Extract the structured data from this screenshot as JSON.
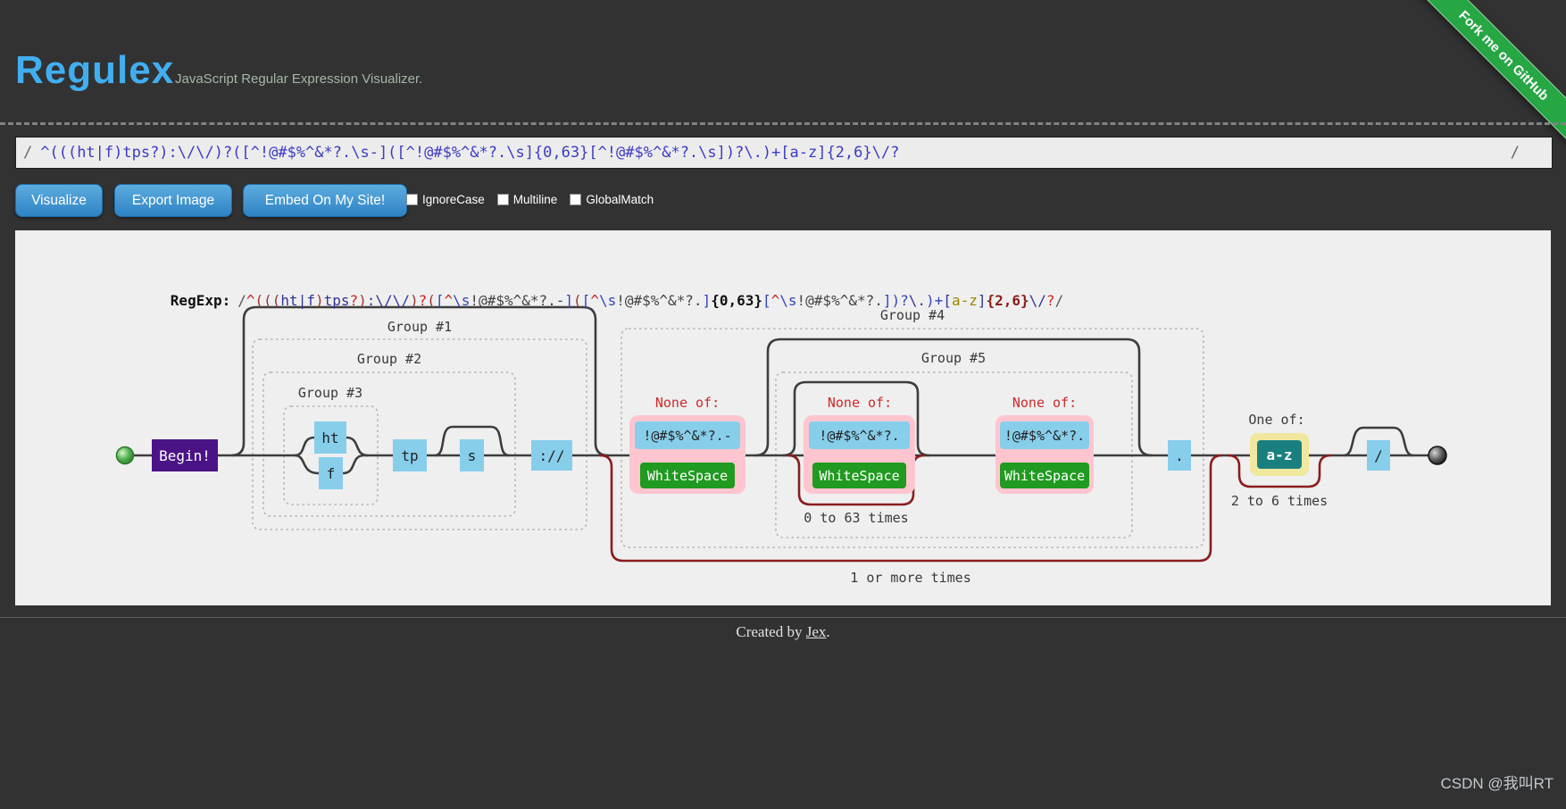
{
  "header": {
    "title": "Regulex",
    "subtitle": "JavaScript Regular Expression Visualizer.",
    "ribbon_label": "Fork me on GitHub"
  },
  "regex_input": {
    "open_delim": "/",
    "pattern": "^(((ht|f)tps?):\\/\\/)?([^!@#$%^&*?.\\s-]([^!@#$%^&*?.\\s]{0,63}[^!@#$%^&*?.\\s])?\\.)+[a-z]{2,6}\\/?",
    "close_delim": "/"
  },
  "toolbar": {
    "visualize_label": "Visualize",
    "export_label": "Export Image",
    "embed_label": "Embed On My Site!",
    "checkboxes": [
      {
        "label": "IgnoreCase",
        "checked": false
      },
      {
        "label": "Multiline",
        "checked": false
      },
      {
        "label": "GlobalMatch",
        "checked": false
      }
    ]
  },
  "visualization": {
    "regexp_label": "RegExp:",
    "regexp_segments": [
      {
        "t": "/",
        "c": "#555555"
      },
      {
        "t": "^",
        "c": "#cc2222"
      },
      {
        "t": "(((",
        "c": "#993333"
      },
      {
        "t": "ht|f",
        "c": "#333399"
      },
      {
        "t": ")",
        "c": "#993333"
      },
      {
        "t": "tps",
        "c": "#333399"
      },
      {
        "t": "?",
        "c": "#cc2222"
      },
      {
        "t": ")",
        "c": "#993333"
      },
      {
        "t": ":\\/\\/",
        "c": "#333399"
      },
      {
        "t": ")",
        "c": "#993333"
      },
      {
        "t": "?",
        "c": "#cc2222"
      },
      {
        "t": "(",
        "c": "#993333"
      },
      {
        "t": "[",
        "c": "#3344bb"
      },
      {
        "t": "^",
        "c": "#cc2222"
      },
      {
        "t": "\\s",
        "c": "#3344bb"
      },
      {
        "t": "!@#$%^&*?.-",
        "c": "#444444"
      },
      {
        "t": "]",
        "c": "#3344bb"
      },
      {
        "t": "(",
        "c": "#993333"
      },
      {
        "t": "[",
        "c": "#3344bb"
      },
      {
        "t": "^",
        "c": "#cc2222"
      },
      {
        "t": "\\s",
        "c": "#3344bb"
      },
      {
        "t": "!@#$%^&*?.",
        "c": "#444444"
      },
      {
        "t": "]",
        "c": "#3344bb"
      },
      {
        "t": "{0,63}",
        "c": "#111111",
        "b": true
      },
      {
        "t": "[",
        "c": "#3344bb"
      },
      {
        "t": "^",
        "c": "#cc2222"
      },
      {
        "t": "\\s",
        "c": "#3344bb"
      },
      {
        "t": "!@#$%^&*?.",
        "c": "#444444"
      },
      {
        "t": "]",
        "c": "#3344bb"
      },
      {
        "t": ")?",
        "c": "#3344bb"
      },
      {
        "t": "\\.",
        "c": "#333399"
      },
      {
        "t": ")+",
        "c": "#3344bb"
      },
      {
        "t": "[",
        "c": "#333399"
      },
      {
        "t": "a-z",
        "c": "#998800"
      },
      {
        "t": "]",
        "c": "#333399"
      },
      {
        "t": "{2,6}",
        "c": "#8b1a1a",
        "b": true
      },
      {
        "t": "\\/",
        "c": "#333399"
      },
      {
        "t": "?",
        "c": "#cc2222"
      },
      {
        "t": "/",
        "c": "#555555"
      }
    ],
    "diagram": {
      "begin_label": "Begin!",
      "group1_label": "Group #1",
      "group2_label": "Group #2",
      "group3_label": "Group #3",
      "group4_label": "Group #4",
      "group5_label": "Group #5",
      "alt_top": "ht",
      "alt_bottom": "f",
      "literal_tp": "tp",
      "literal_s": "s",
      "literal_scheme_sep": "://",
      "none_of_label": "None of:",
      "charset1": "!@#$%^&*?.-",
      "charset2": "!@#$%^&*?.",
      "charset3": "!@#$%^&*?.",
      "whitespace_label": "WhiteSpace",
      "repeat_0_63": "0 to 63 times",
      "repeat_1_more": "1 or more times",
      "literal_dot": ".",
      "one_of_label": "One of:",
      "range_az": "a-z",
      "repeat_2_6": "2 to 6 times",
      "literal_slash": "/"
    }
  },
  "footer": {
    "created_by_prefix": "Created by ",
    "author": "Jex",
    "suffix": ".",
    "watermark": "CSDN @我叫RT"
  },
  "palette": {
    "page_bg": "#323232",
    "brand_blue": "#41aef0",
    "button_blue": "#3f97d2",
    "panel_bg": "#efefef",
    "ribbon_green": "#27a644",
    "node_skyblue": "#87ceeb",
    "node_green": "#209a20",
    "node_pink": "#ffc5cf",
    "node_purple": "#4a1486",
    "node_teal": "#1a7f7f",
    "node_yellow": "#efe89e",
    "loop_red": "#8b1d1d",
    "path_dark": "#3d3d3d",
    "input_text_blue": "#3b3bc4"
  }
}
